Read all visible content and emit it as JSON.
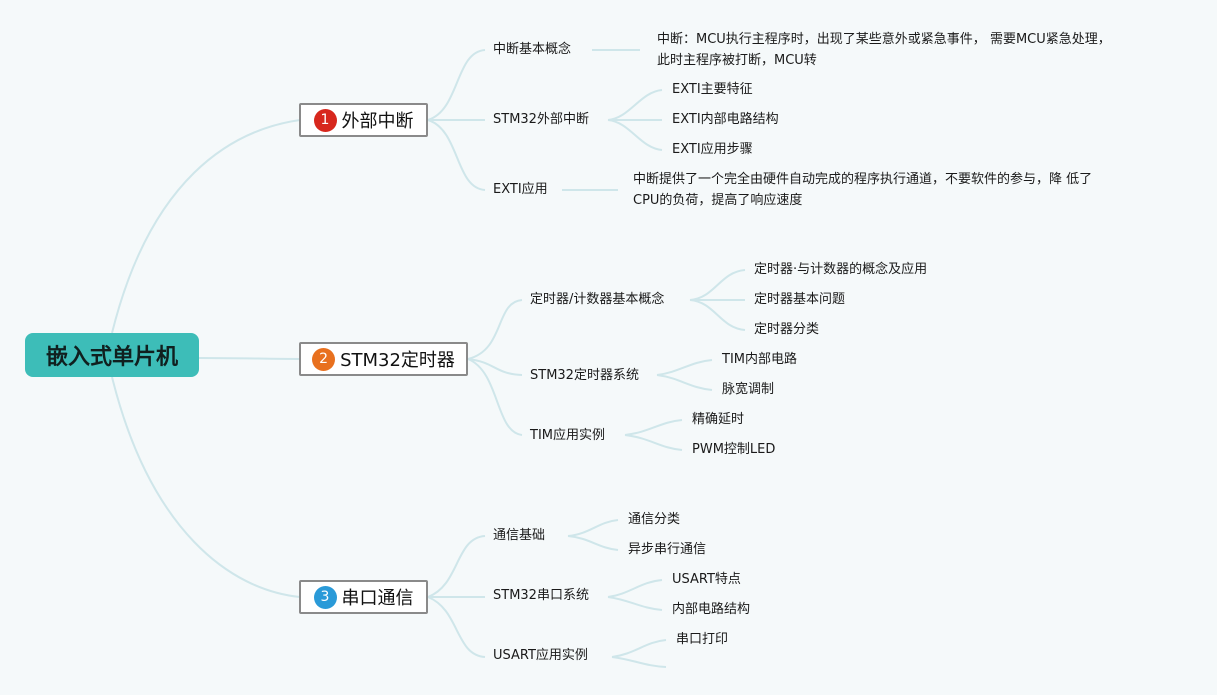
{
  "root": {
    "label": "嵌入式单片机"
  },
  "branch1": {
    "number": "1",
    "label": "外部中断",
    "badge_color": "#d7271d",
    "items": [
      {
        "label": "中断基本概念",
        "notes": [
          "中断：MCU执行主程序时，出现了某些意外或紧急事件， 需要MCU紧急处理，",
          "此时主程序被打断，MCU转"
        ]
      },
      {
        "label": "STM32外部中断",
        "children": [
          "EXTI主要特征",
          "EXTI内部电路结构",
          "EXTI应用步骤"
        ]
      },
      {
        "label": "EXTI应用",
        "notes": [
          "中断提供了一个完全由硬件自动完成的程序执行通道，不要软件的参与，降 低了",
          "CPU的负荷，提高了响应速度"
        ]
      }
    ]
  },
  "branch2": {
    "number": "2",
    "label": "STM32定时器",
    "badge_color": "#e8701e",
    "items": [
      {
        "label": "定时器/计数器基本概念",
        "children": [
          "定时器·与计数器的概念及应用",
          "定时器基本问题",
          "定时器分类"
        ]
      },
      {
        "label": "STM32定时器系统",
        "children": [
          "TIM内部电路",
          "脉宽调制"
        ]
      },
      {
        "label": "TIM应用实例",
        "children": [
          "精确延时",
          "PWM控制LED"
        ]
      }
    ]
  },
  "branch3": {
    "number": "3",
    "label": "串口通信",
    "badge_color": "#2a9ad8",
    "items": [
      {
        "label": "通信基础",
        "children": [
          "通信分类",
          "异步串行通信"
        ]
      },
      {
        "label": "STM32串口系统",
        "children": [
          "USART特点",
          "内部电路结构"
        ]
      },
      {
        "label": "USART应用实例",
        "children": [
          "串口打印"
        ]
      }
    ]
  },
  "colors": {
    "root_bg": "#3dbdb8",
    "link": "#cfe6ea",
    "background": "#f5f9fa"
  }
}
